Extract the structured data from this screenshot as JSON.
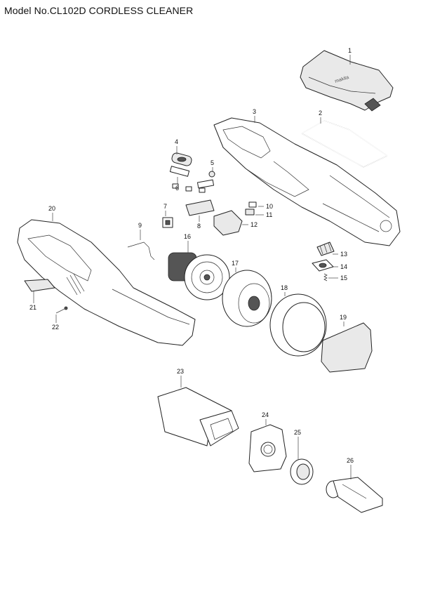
{
  "header": {
    "title": "Model No.CL102D CORDLESS CLEANER"
  },
  "diagram": {
    "callouts": [
      "1",
      "2",
      "3",
      "4",
      "5",
      "6",
      "7",
      "8",
      "9",
      "10",
      "11",
      "12",
      "13",
      "14",
      "15",
      "16",
      "17",
      "18",
      "19",
      "20",
      "21",
      "22",
      "23",
      "24",
      "25",
      "26"
    ]
  }
}
